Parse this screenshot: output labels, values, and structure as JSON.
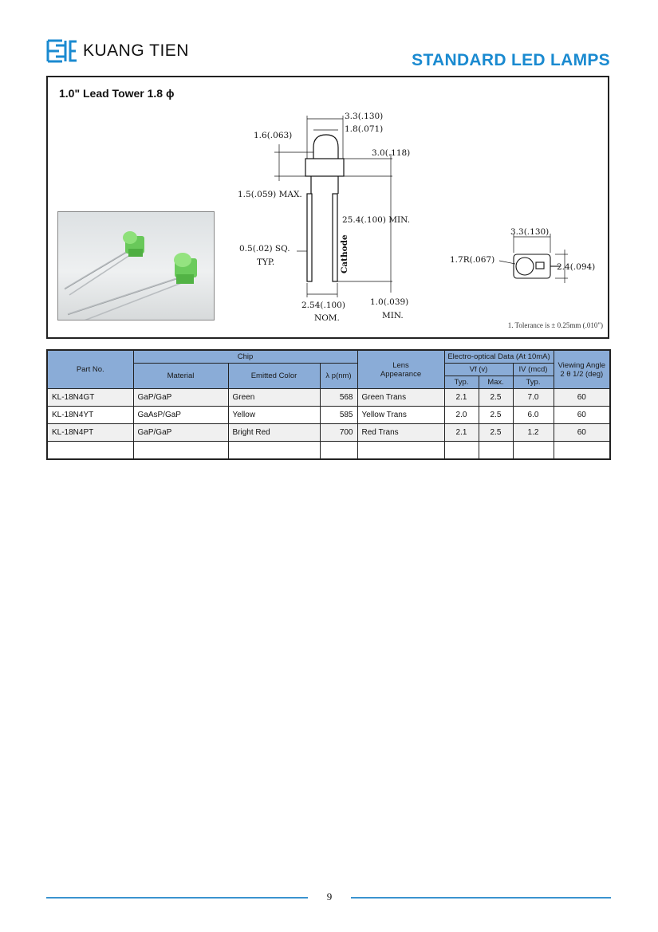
{
  "header": {
    "brand": "KUANG TIEN",
    "doc_title": "STANDARD LED LAMPS",
    "brand_color": "#1a8ad0"
  },
  "drawing": {
    "title": "1.0\" Lead Tower 1.8 ϕ",
    "dims": {
      "d1": "3.3(.130)",
      "d2": "1.8(.071)",
      "d3": "1.6(.063)",
      "d4": "3.0(.118)",
      "d5": "1.5(.059)  MAX.",
      "d6": "25.4(.100)  MIN.",
      "d7": "0.5(.02)  SQ.",
      "d8": "TYP.",
      "d9": "Cathode",
      "d10": "2.54(.100)",
      "d11": "NOM.",
      "d12": "1.0(.039)",
      "d13": "MIN.",
      "d14": "3.3(.130)",
      "d15": "1.7R(.067)",
      "d16": "2.4(.094)"
    },
    "tolerance": "1. Tolerance is ± 0.25mm (.010\")"
  },
  "table": {
    "h_part": "Part No.",
    "h_chip": "Chip",
    "h_material": "Material",
    "h_color": "Emitted Color",
    "h_lambda": "λ p(nm)",
    "h_lens_1": "Lens",
    "h_lens_2": "Appearance",
    "h_eo": "Electro-optical Data (At 10mA)",
    "h_vf": "Vf  (v)",
    "h_iv": "IV  (mcd)",
    "h_typ1": "Typ.",
    "h_max": "Max.",
    "h_typ2": "Typ.",
    "h_view_1": "Viewing Angle",
    "h_view_2": "2 θ  1/2 (deg)",
    "header_color": "#8aacd7",
    "rows": [
      {
        "part": "KL-18N4GT",
        "material": "GaP/GaP",
        "color": "Green",
        "lambda": "568",
        "lens": "Green Trans",
        "vf_typ": "2.1",
        "vf_max": "2.5",
        "iv_typ": "7.0",
        "angle": "60"
      },
      {
        "part": "KL-18N4YT",
        "material": "GaAsP/GaP",
        "color": "Yellow",
        "lambda": "585",
        "lens": "Yellow Trans",
        "vf_typ": "2.0",
        "vf_max": "2.5",
        "iv_typ": "6.0",
        "angle": "60"
      },
      {
        "part": "KL-18N4PT",
        "material": "GaP/GaP",
        "color": "Bright Red",
        "lambda": "700",
        "lens": "Red Trans",
        "vf_typ": "2.1",
        "vf_max": "2.5",
        "iv_typ": "1.2",
        "angle": "60"
      }
    ]
  },
  "footer": {
    "page_number": "9",
    "line_color": "#3a93cf"
  }
}
